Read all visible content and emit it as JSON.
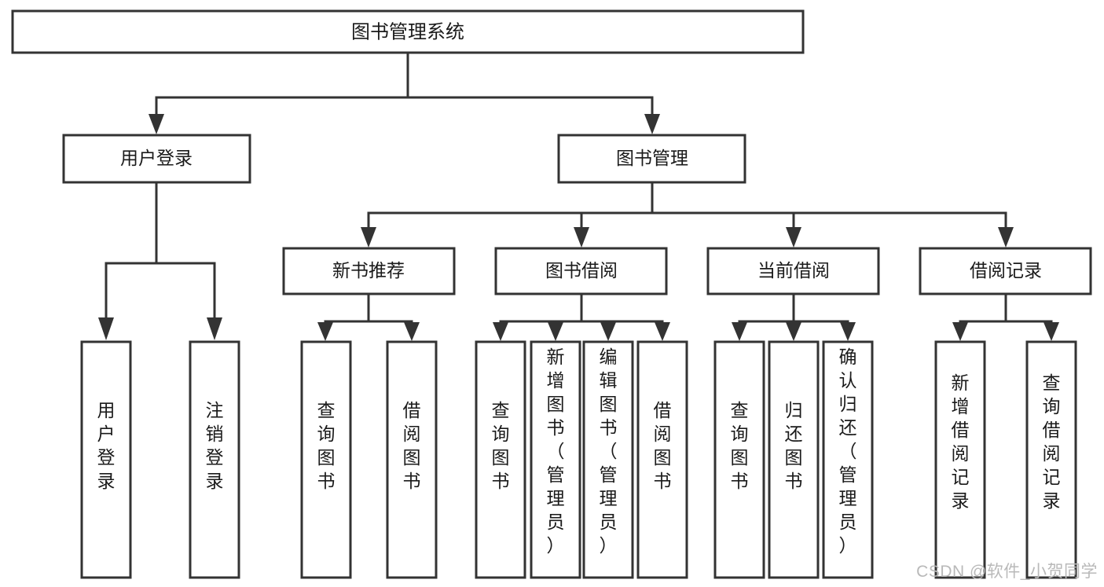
{
  "diagram": {
    "type": "tree",
    "title": "图书管理系统",
    "watermark": "CSDN @软件_小贺同学",
    "colors": {
      "box_stroke": "#333333",
      "box_fill": "#ffffff",
      "text": "#1a1a1a",
      "connector": "#333333",
      "watermark": "#b9b9b9",
      "background": "#ffffff"
    },
    "root": {
      "label": "图书管理系统"
    },
    "level2": [
      {
        "label": "用户登录"
      },
      {
        "label": "图书管理"
      }
    ],
    "level3": [
      {
        "label": "新书推荐"
      },
      {
        "label": "图书借阅"
      },
      {
        "label": "当前借阅"
      },
      {
        "label": "借阅记录"
      }
    ],
    "leaves": {
      "user_login": [
        {
          "label": "用户登录"
        },
        {
          "label": "注销登录"
        }
      ],
      "new_book": [
        {
          "label": "查询图书"
        },
        {
          "label": "借阅图书"
        }
      ],
      "book_borrow": [
        {
          "label": "查询图书"
        },
        {
          "label": "新增图书（管理员）"
        },
        {
          "label": "编辑图书（管理员）"
        },
        {
          "label": "借阅图书"
        }
      ],
      "current_borrow": [
        {
          "label": "查询图书"
        },
        {
          "label": "归还图书"
        },
        {
          "label": "确认归还（管理员）"
        }
      ],
      "borrow_record": [
        {
          "label": "新增借阅记录"
        },
        {
          "label": "查询借阅记录"
        }
      ]
    }
  }
}
